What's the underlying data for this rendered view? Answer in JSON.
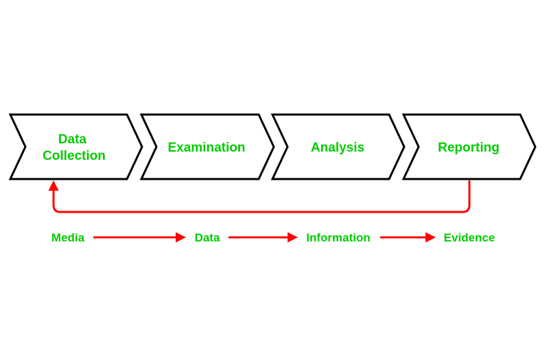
{
  "colors": {
    "text": "#00cc00",
    "arrow": "#ff0000",
    "outline": "#000000"
  },
  "stages": [
    {
      "label_line1": "Data",
      "label_line2": "Collection"
    },
    {
      "label": "Examination"
    },
    {
      "label": "Analysis"
    },
    {
      "label": "Reporting"
    }
  ],
  "flow": [
    {
      "label": "Media"
    },
    {
      "label": "Data"
    },
    {
      "label": "Information"
    },
    {
      "label": "Evidence"
    }
  ]
}
